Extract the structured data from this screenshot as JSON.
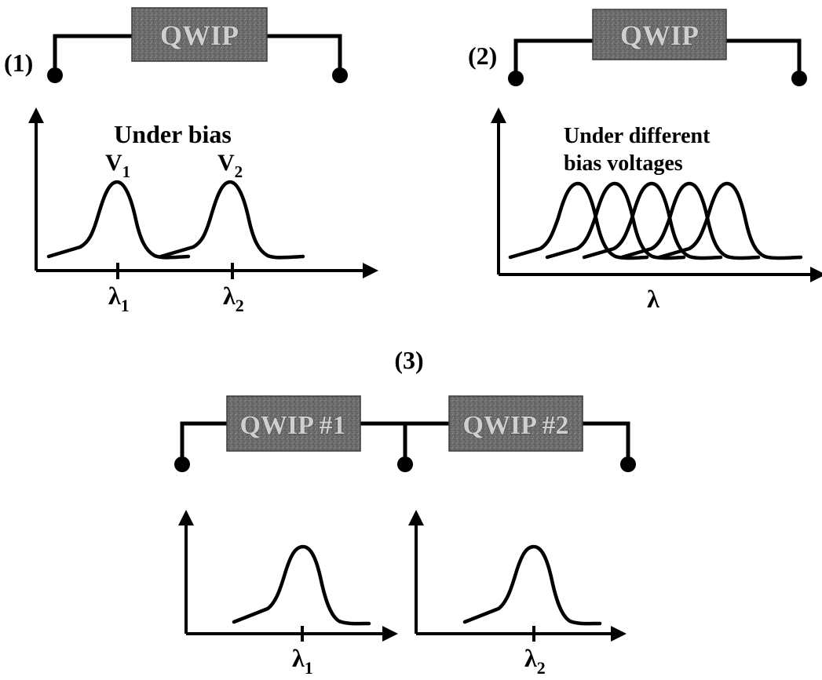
{
  "panel1": {
    "label": "(1)",
    "device": "QWIP",
    "title": "Under bias",
    "v1": {
      "main": "V",
      "sub": "1"
    },
    "v2": {
      "main": "V",
      "sub": "2"
    },
    "lambda1": {
      "main": "λ",
      "sub": "1"
    },
    "lambda2": {
      "main": "λ",
      "sub": "2"
    }
  },
  "panel2": {
    "label": "(2)",
    "device": "QWIP",
    "title_line1": "Under different",
    "title_line2": "bias voltages",
    "xlabel": "λ"
  },
  "panel3": {
    "label": "(3)",
    "device1": "QWIP #1",
    "device2": "QWIP #2",
    "lambda1": {
      "main": "λ",
      "sub": "1"
    },
    "lambda2": {
      "main": "λ",
      "sub": "2"
    }
  },
  "colors": {
    "device_fill": "#6f6f6f",
    "line": "#000000"
  }
}
